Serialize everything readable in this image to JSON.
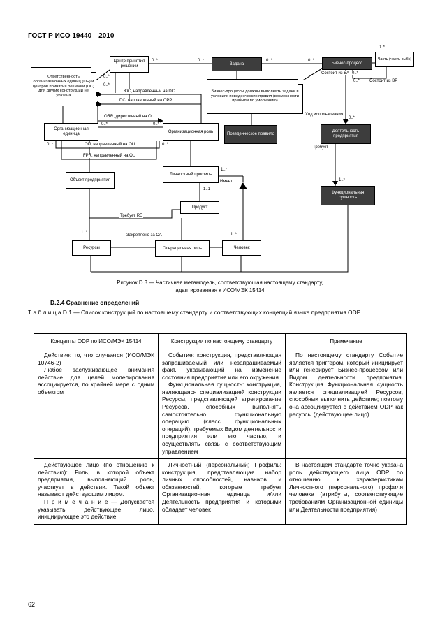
{
  "page": {
    "header": "ГОСТ Р ИСО 19440—2010",
    "page_number": "62"
  },
  "figure": {
    "caption_line1": "Рисунок D.3 — Частичная метамодель, соответствующая настоящему стандарту,",
    "caption_line2": "адаптированная к ИСО/МЭК 15414",
    "nodes": [
      {
        "id": "note-responsibility",
        "label": "Ответственность организационных единиц (ОЕ) и центров принятия решений (DC) для других конструкций не указана"
      },
      {
        "id": "decision-centre",
        "label": "Центр принятия решений"
      },
      {
        "id": "task",
        "label": "Задача"
      },
      {
        "id": "business-process",
        "label": "Бизнес-процесс"
      },
      {
        "id": "part-note",
        "label": "Часть (часть-выбс)"
      },
      {
        "id": "note-bp-rule",
        "label": "Бизнес-процессы должны выполнять задачи в условиях поведенческих правил (возможности прибыли по умолчанию)"
      },
      {
        "id": "org-unit",
        "label": "Организационная единица"
      },
      {
        "id": "org-role",
        "label": "Организационная роль"
      },
      {
        "id": "behav-rule",
        "label": "Поведенческое правило"
      },
      {
        "id": "enterprise-activity",
        "label": "Деятельность предприятия"
      },
      {
        "id": "enterprise-object",
        "label": "Объект предприятия"
      },
      {
        "id": "person-profile",
        "label": "Личностный профиль"
      },
      {
        "id": "functional-entity",
        "label": "Функциональная сущность"
      },
      {
        "id": "product",
        "label": "Продукт"
      },
      {
        "id": "resources",
        "label": "Ресурсы"
      },
      {
        "id": "operational-role",
        "label": "Операционная роль"
      },
      {
        "id": "person",
        "label": "Человек"
      }
    ],
    "edge_labels": [
      "0..*",
      "0..*",
      "0..*",
      "0..*",
      "0..*",
      "Состоит из ВА",
      "0..*",
      "0..*",
      "Состоит из ВР",
      "0..*",
      "0..*",
      "ЮС, направленный на DC",
      "DC, направленный на ОРР",
      "ORR, директивный на OU",
      "0..*",
      "0..*",
      "OU, направленный на OU",
      "0..*",
      "0..*",
      "FPR, направленный на OU",
      "Ход использования",
      "0..*",
      "Требует",
      "1..*",
      "1..*",
      "Имеет",
      "Требует RE",
      "1..*",
      "Закреплено за СА",
      "1..*",
      "1..1"
    ]
  },
  "section": {
    "heading": "D.2.4 Сравнение определений"
  },
  "table": {
    "intro": "Т а б л и ц а  D.1 — Список конструкций по настоящему стандарту и соответствующих концепций языка предприятия ODP",
    "headers": [
      "Концепты ODP по ИСО/МЭК 15414",
      "Конструкции по настоящему стандарту",
      "Примечание"
    ],
    "rows": [
      {
        "cells": [
          {
            "paragraphs": [
              "Действие: то, что случается (ИСО/МЭК 10746-2)",
              "Любое заслуживающее внимания действие для целей моделирования ассоциируется, по крайней мере с одним объектом"
            ]
          },
          {
            "paragraphs": [
              "Событие: конструкция, представляющая запрашиваемый или незапрашиваемый факт, указывающий на изменение состояния предприятия или его окружения.",
              "Функциональная сущность: конструкция, являющаяся специализацией конструкции Ресурсы, представляющей агрегирование Ресурсов, способных выполнять самостоятельно функциональную операцию (класс функциональных операций), требуемых Видом деятельности предприятия или его частью, и осуществлять связь с соответствующим управлением"
            ]
          },
          {
            "paragraphs": [
              "По настоящему стандарту Событие является триггером, который инициирует или генерирует Бизнес-процессом или Видом деятельности предприятия. Конструкция Функциональная сущность является специализацией Ресурсов, способных выполнить действие; поэтому она ассоциируется с действием ODP как ресурсы (действующее лицо)"
            ]
          }
        ]
      },
      {
        "cells": [
          {
            "paragraphs": [
              "Действующее лицо (по отношению к действию): Роль, в которой объект предприятия, выполняющий роль, участвует в действии. Такой объект называют действующим лицом.",
              "П р и м е ч а н и е — Допускается указывать действующее лицо, инициирующее это действие"
            ]
          },
          {
            "paragraphs": [
              "Личностный (персональный) Профиль: конструкция, представляющая набор личных способностей, навыков и обязанностей, которые требует Организационная единица и/или Деятельность предприятия и которыми обладает человек"
            ]
          },
          {
            "paragraphs": [
              "В настоящем стандарте точно указана роль действующего лица ODP по отношению к характеристикам Личностного (персонального) профиля человека (атрибуты, соответствующие требованиям Организационной единицы или Деятельности предприятия)"
            ]
          }
        ]
      }
    ]
  }
}
